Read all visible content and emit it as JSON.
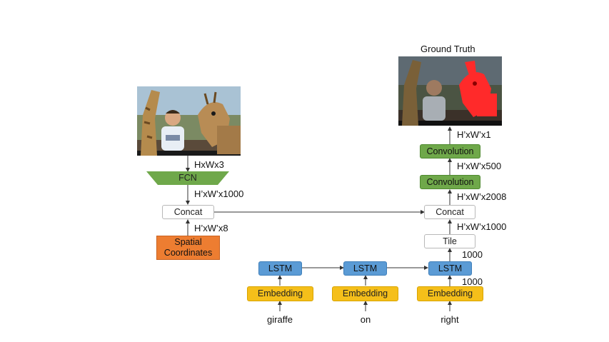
{
  "labels": {
    "ground_truth": "Ground Truth",
    "hxwx3": "HxWx3",
    "h1000_left": "H’xW’x1000",
    "h8": "H’xW’x8",
    "hx1": "H’xW’x1",
    "h500": "H’xW’x500",
    "h2008": "H’xW’x2008",
    "h1000_right": "H’xW’x1000",
    "n1000_a": "1000",
    "n1000_b": "1000"
  },
  "nodes": {
    "fcn": "FCN",
    "concat_left": "Concat",
    "spatial": "Spatial\nCoordinates",
    "concat_right": "Concat",
    "tile": "Tile",
    "conv1": "Convolution",
    "conv2": "Convolution",
    "lstm1": "LSTM",
    "lstm2": "LSTM",
    "lstm3": "LSTM",
    "emb1": "Embedding",
    "emb2": "Embedding",
    "emb3": "Embedding"
  },
  "words": [
    "giraffe",
    "on",
    "right"
  ],
  "colors": {
    "green": "#6fa84a",
    "blue": "#5b9bd5",
    "yellow": "#f5bf1a",
    "orange": "#ed7d31",
    "mask_red": "#ff2a2a"
  }
}
